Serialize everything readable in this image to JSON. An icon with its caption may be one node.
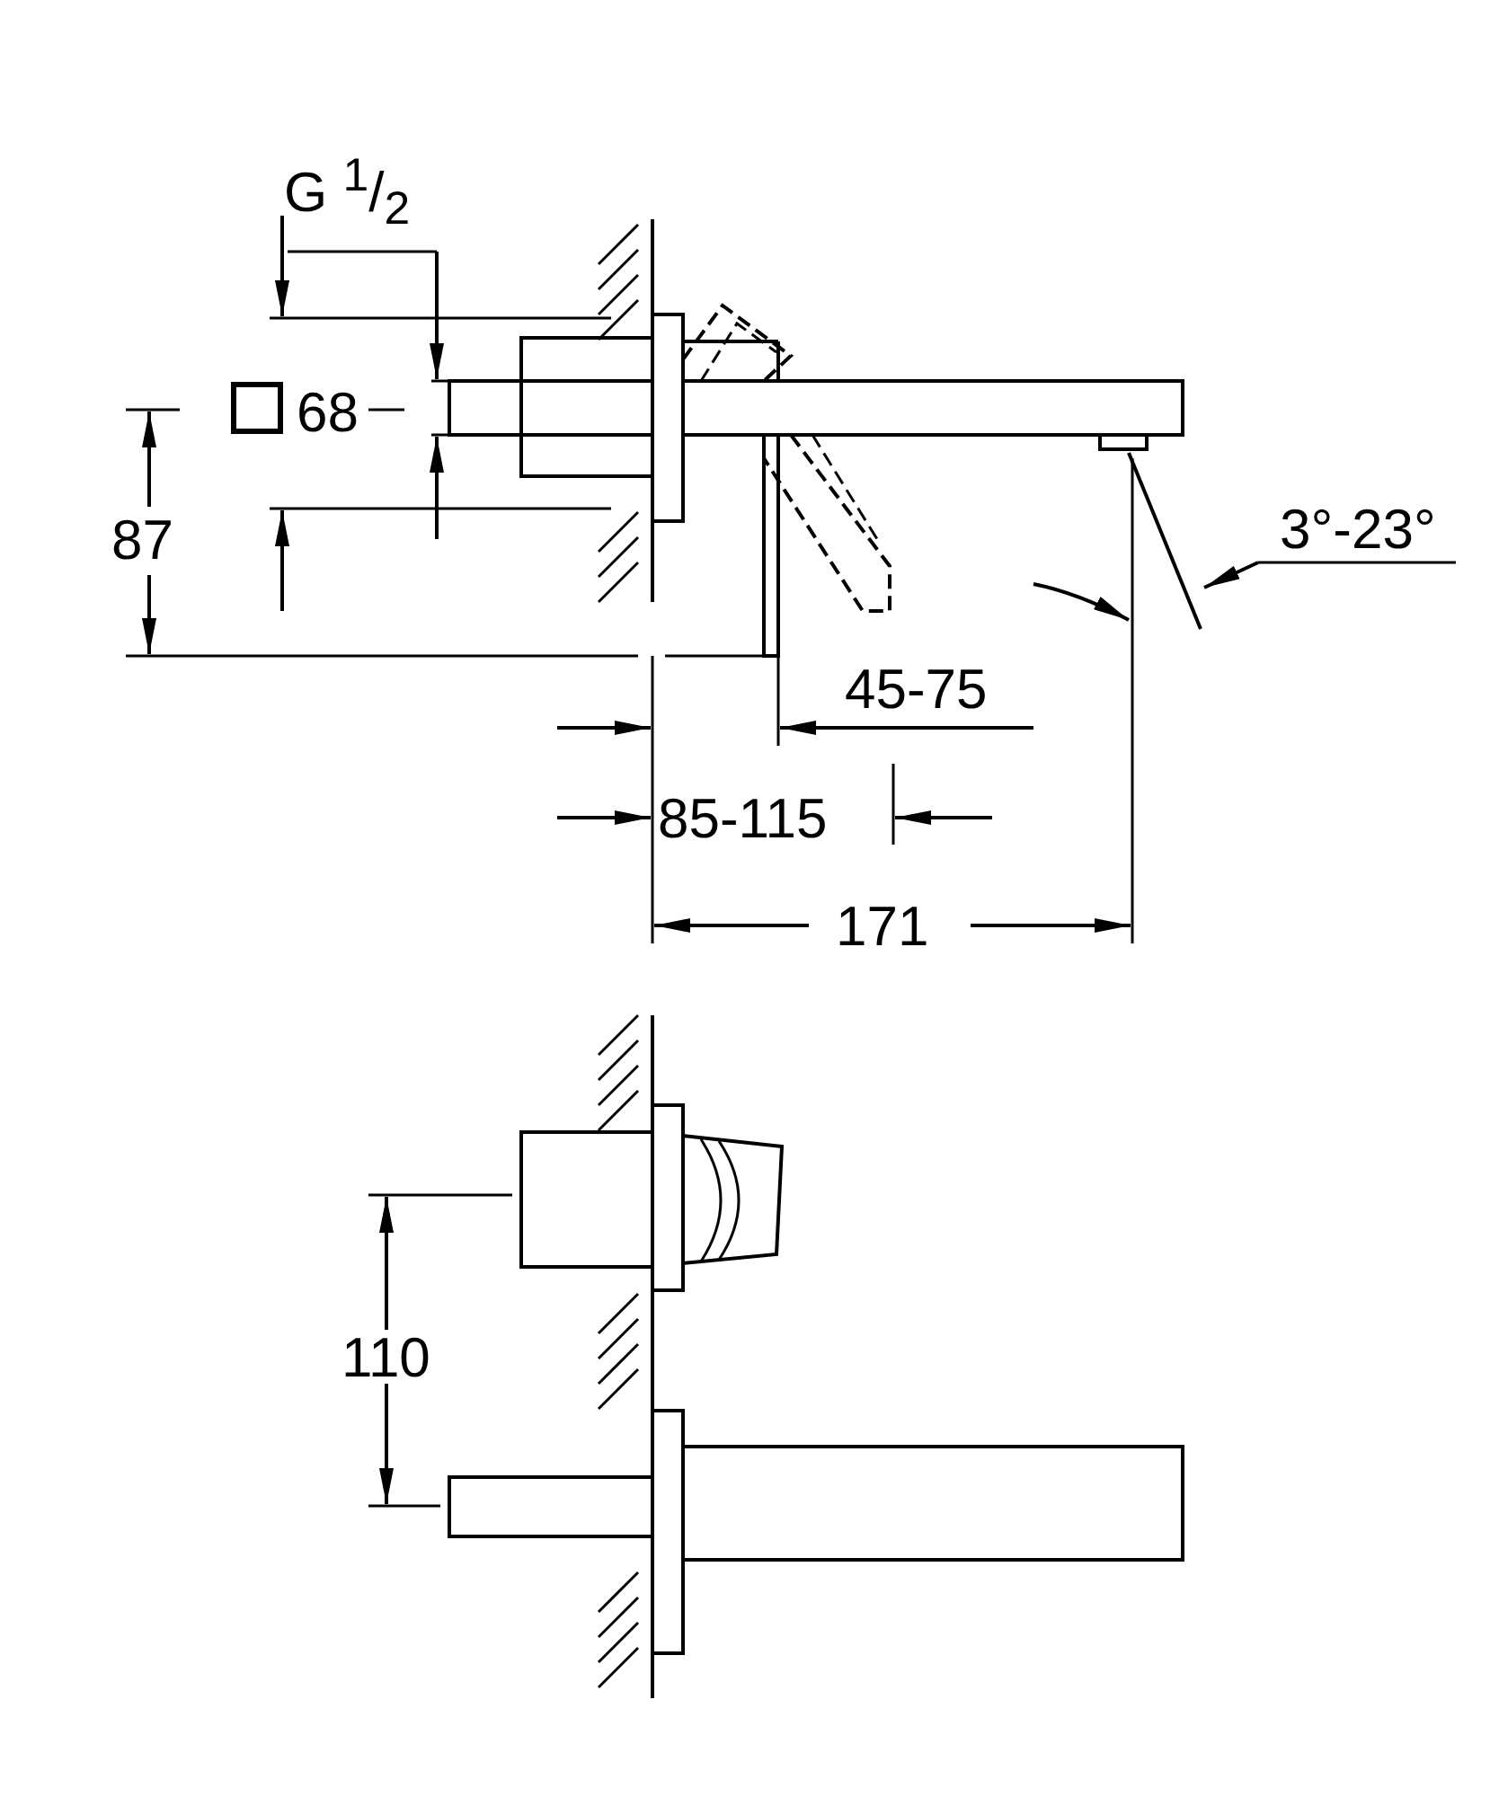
{
  "diagram": {
    "labels": [
      "G $^{1}$/$_{2}$",
      "68",
      "87",
      "3°-23°",
      "45-75",
      "85-115",
      "171",
      "110"
    ]
  }
}
